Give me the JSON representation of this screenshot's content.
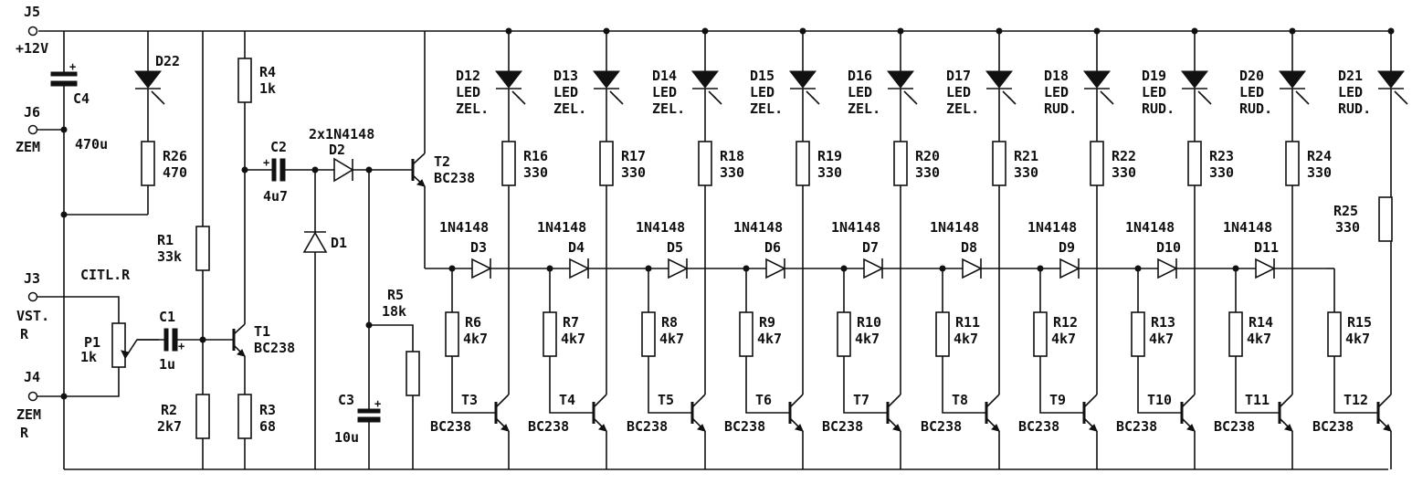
{
  "connectors": {
    "j5": {
      "name": "J5",
      "label": "+12V"
    },
    "j6": {
      "name": "J6",
      "label": "ZEM"
    },
    "j3": {
      "name": "J3",
      "label1": "VST.",
      "label2": "R"
    },
    "j4": {
      "name": "J4",
      "label1": "ZEM",
      "label2": "R"
    }
  },
  "input_label": "CITL.R",
  "parts": {
    "c4": {
      "name": "C4",
      "value": "470u"
    },
    "d22": {
      "name": "D22"
    },
    "r26": {
      "name": "R26",
      "value": "470"
    },
    "r4": {
      "name": "R4",
      "value": "1k"
    },
    "r1": {
      "name": "R1",
      "value": "33k"
    },
    "r2": {
      "name": "R2",
      "value": "2k7"
    },
    "r3": {
      "name": "R3",
      "value": "68"
    },
    "p1": {
      "name": "P1",
      "value": "1k"
    },
    "c1": {
      "name": "C1",
      "value": "1u"
    },
    "t1": {
      "name": "T1",
      "type": "BC238"
    },
    "c2": {
      "name": "C2",
      "value": "4u7"
    },
    "d2": {
      "name": "D2",
      "value": "2x1N4148"
    },
    "d1": {
      "name": "D1"
    },
    "t2": {
      "name": "T2",
      "type": "BC238"
    },
    "r5": {
      "name": "R5",
      "value": "18k"
    },
    "c3": {
      "name": "C3",
      "value": "10u"
    },
    "r25": {
      "name": "R25",
      "value": "330"
    }
  },
  "channels": [
    {
      "led": "D12",
      "led_color": "ZEL.",
      "r_led": "R16",
      "r_led_val": "330",
      "diode": "D3",
      "diode_type": "1N4148",
      "r_base": "R6",
      "r_base_val": "4k7",
      "transistor": "T3",
      "transistor_type": "BC238"
    },
    {
      "led": "D13",
      "led_color": "ZEL.",
      "r_led": "R17",
      "r_led_val": "330",
      "diode": "D4",
      "diode_type": "1N4148",
      "r_base": "R7",
      "r_base_val": "4k7",
      "transistor": "T4",
      "transistor_type": "BC238"
    },
    {
      "led": "D14",
      "led_color": "ZEL.",
      "r_led": "R18",
      "r_led_val": "330",
      "diode": "D5",
      "diode_type": "1N4148",
      "r_base": "R8",
      "r_base_val": "4k7",
      "transistor": "T5",
      "transistor_type": "BC238"
    },
    {
      "led": "D15",
      "led_color": "ZEL.",
      "r_led": "R19",
      "r_led_val": "330",
      "diode": "D6",
      "diode_type": "1N4148",
      "r_base": "R9",
      "r_base_val": "4k7",
      "transistor": "T6",
      "transistor_type": "BC238"
    },
    {
      "led": "D16",
      "led_color": "ZEL.",
      "r_led": "R20",
      "r_led_val": "330",
      "diode": "D7",
      "diode_type": "1N4148",
      "r_base": "R10",
      "r_base_val": "4k7",
      "transistor": "T7",
      "transistor_type": "BC238"
    },
    {
      "led": "D17",
      "led_color": "ZEL.",
      "r_led": "R21",
      "r_led_val": "330",
      "diode": "D8",
      "diode_type": "1N4148",
      "r_base": "R11",
      "r_base_val": "4k7",
      "transistor": "T8",
      "transistor_type": "BC238"
    },
    {
      "led": "D18",
      "led_color": "RUD.",
      "r_led": "R22",
      "r_led_val": "330",
      "diode": "D9",
      "diode_type": "1N4148",
      "r_base": "R12",
      "r_base_val": "4k7",
      "transistor": "T9",
      "transistor_type": "BC238"
    },
    {
      "led": "D19",
      "led_color": "RUD.",
      "r_led": "R23",
      "r_led_val": "330",
      "diode": "D10",
      "diode_type": "1N4148",
      "r_base": "R13",
      "r_base_val": "4k7",
      "transistor": "T10",
      "transistor_type": "BC238"
    },
    {
      "led": "D20",
      "led_color": "RUD.",
      "r_led": "R24",
      "r_led_val": "330",
      "diode": "D11",
      "diode_type": "1N4148",
      "r_base": "R14",
      "r_base_val": "4k7",
      "transistor": "T11",
      "transistor_type": "BC238"
    },
    {
      "led": "D21",
      "led_color": "RUD.",
      "r_led": "",
      "r_led_val": "",
      "diode": "",
      "diode_type": "",
      "r_base": "R15",
      "r_base_val": "4k7",
      "transistor": "T12",
      "transistor_type": "BC238"
    }
  ],
  "led_type": "LED"
}
